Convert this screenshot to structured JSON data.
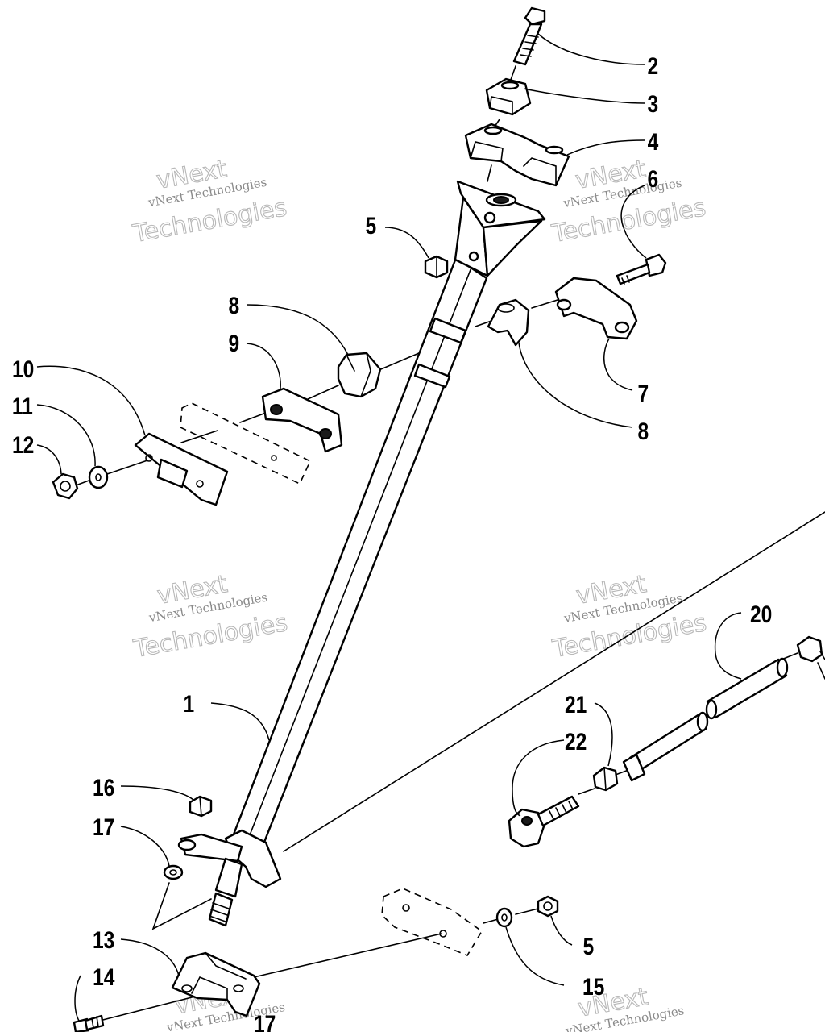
{
  "callouts": {
    "c1": "1",
    "c2": "2",
    "c3": "3",
    "c4": "4",
    "c5a": "5",
    "c5b": "5",
    "c6": "6",
    "c7": "7",
    "c8a": "8",
    "c8b": "8",
    "c9": "9",
    "c10": "10",
    "c11": "11",
    "c12": "12",
    "c13": "13",
    "c14": "14",
    "c15": "15",
    "c16": "16",
    "c17a": "17",
    "c17b": "17",
    "c20": "20",
    "c21": "21",
    "c22": "22"
  },
  "watermark": {
    "line1": "vNext Technologies",
    "line2": "vNext",
    "line3": "Technologies"
  }
}
